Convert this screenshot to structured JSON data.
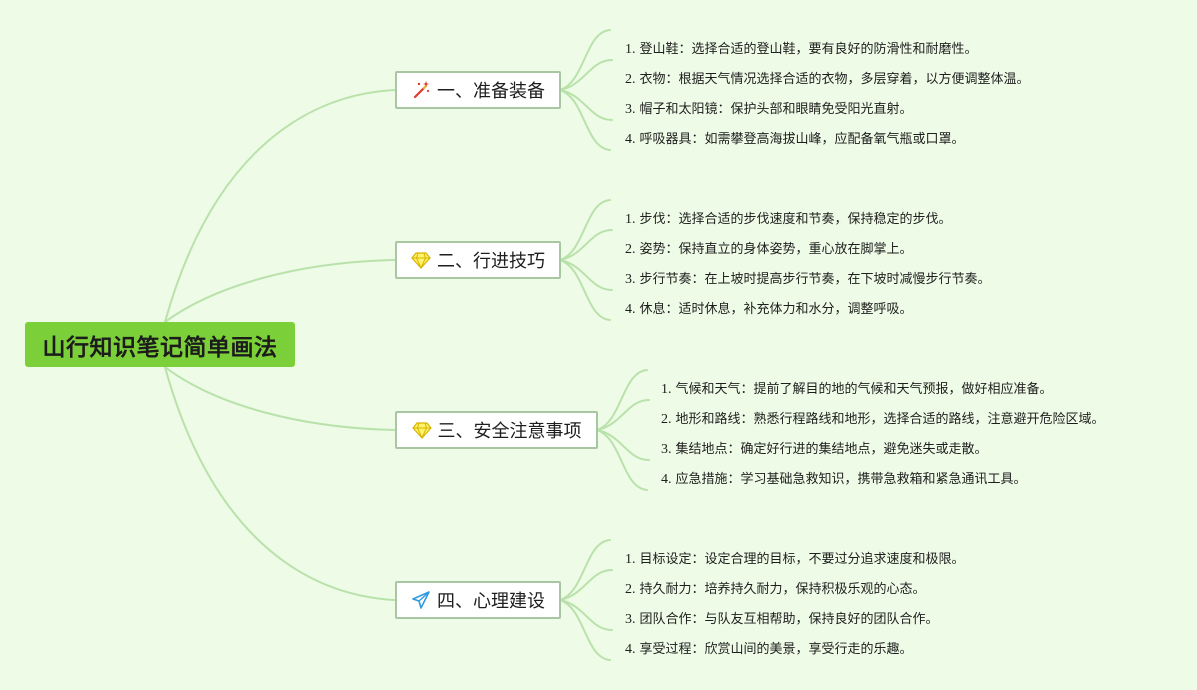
{
  "title": "山行知识笔记简单画法",
  "colors": {
    "background": "#eefbe7",
    "root_fill": "#7bcf38",
    "branch_border": "#a9c6a2",
    "connector": "#b9e2ab"
  },
  "branches": [
    {
      "label": "一、准备装备",
      "icon": "magic-wand-icon",
      "items": [
        {
          "num": "1.",
          "text": "登山鞋：选择合适的登山鞋，要有良好的防滑性和耐磨性。"
        },
        {
          "num": "2.",
          "text": "衣物：根据天气情况选择合适的衣物，多层穿着，以方便调整体温。"
        },
        {
          "num": "3.",
          "text": "帽子和太阳镜：保护头部和眼睛免受阳光直射。"
        },
        {
          "num": "4.",
          "text": "呼吸器具：如需攀登高海拔山峰，应配备氧气瓶或口罩。"
        }
      ]
    },
    {
      "label": "二、行进技巧",
      "icon": "diamond-icon",
      "items": [
        {
          "num": "1.",
          "text": "步伐：选择合适的步伐速度和节奏，保持稳定的步伐。"
        },
        {
          "num": "2.",
          "text": "姿势：保持直立的身体姿势，重心放在脚掌上。"
        },
        {
          "num": "3.",
          "text": "步行节奏：在上坡时提高步行节奏，在下坡时减慢步行节奏。"
        },
        {
          "num": "4.",
          "text": "休息：适时休息，补充体力和水分，调整呼吸。"
        }
      ]
    },
    {
      "label": "三、安全注意事项",
      "icon": "diamond-icon",
      "items": [
        {
          "num": "1.",
          "text": "气候和天气：提前了解目的地的气候和天气预报，做好相应准备。"
        },
        {
          "num": "2.",
          "text": "地形和路线：熟悉行程路线和地形，选择合适的路线，注意避开危险区域。"
        },
        {
          "num": "3.",
          "text": "集结地点：确定好行进的集结地点，避免迷失或走散。"
        },
        {
          "num": "4.",
          "text": "应急措施：学习基础急救知识，携带急救箱和紧急通讯工具。"
        }
      ]
    },
    {
      "label": "四、心理建设",
      "icon": "paper-plane-icon",
      "items": [
        {
          "num": "1.",
          "text": "目标设定：设定合理的目标，不要过分追求速度和极限。"
        },
        {
          "num": "2.",
          "text": "持久耐力：培养持久耐力，保持积极乐观的心态。"
        },
        {
          "num": "3.",
          "text": "团队合作：与队友互相帮助，保持良好的团队合作。"
        },
        {
          "num": "4.",
          "text": "享受过程：欣赏山间的美景，享受行走的乐趣。"
        }
      ]
    }
  ]
}
